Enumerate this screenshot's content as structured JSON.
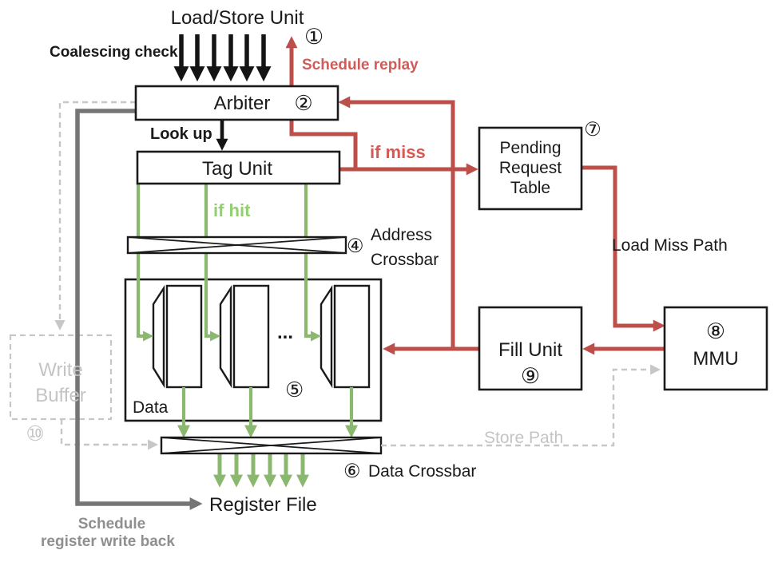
{
  "figure": {
    "title": "Load/Store Unit",
    "colors": {
      "red_edge": "#bd4f4b",
      "red_text": "#d25a57",
      "green_edge": "#8ab86f",
      "green_text": "#92cf70",
      "black": "#1a1a1a",
      "dark_gray": "#757575",
      "light_gray": "#c7c7c7"
    },
    "boxes": {
      "arbiter": {
        "label": "Arbiter",
        "badge": "②"
      },
      "tag_unit": {
        "label": "Tag Unit"
      },
      "pending_request_table": {
        "lines": [
          "Pending",
          "Request",
          "Table"
        ],
        "badge": "⑦"
      },
      "fill_unit": {
        "label": "Fill Unit",
        "badge": "⑨"
      },
      "mmu": {
        "label": "MMU",
        "badge": "⑧"
      },
      "write_buffer": {
        "lines": [
          "Write",
          "Buffer"
        ],
        "badge": "⑩"
      },
      "data_banks": {
        "label": "Data",
        "badge": "⑤",
        "ellipsis": "..."
      },
      "address_crossbar": {
        "lines": [
          "Address",
          "Crossbar"
        ],
        "badge": "④"
      },
      "data_crossbar": {
        "label": "Data Crossbar",
        "badge": "⑥"
      },
      "register_file": {
        "label": "Register File"
      }
    },
    "edge_labels": {
      "coalescing_check": "Coalescing check",
      "schedule_replay": "Schedule replay",
      "replay_badge": "①",
      "look_up": "Look up",
      "if_miss": "if miss",
      "if_hit": "if hit",
      "load_miss_path": "Load Miss Path",
      "store_path": "Store Path",
      "schedule_write_back_line1": "Schedule",
      "schedule_write_back_line2": "register write back"
    }
  }
}
